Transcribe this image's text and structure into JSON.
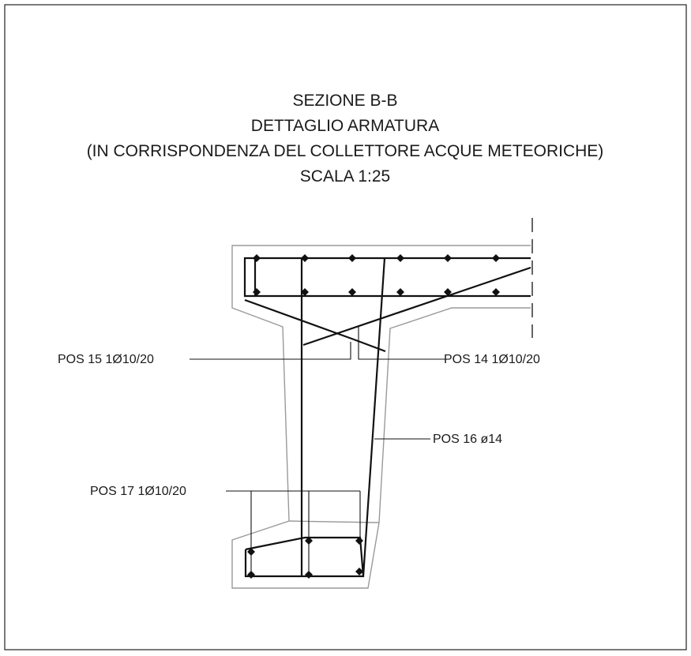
{
  "drawing": {
    "title_lines": [
      "SEZIONE B-B",
      "DETTAGLIO ARMATURA",
      "(IN CORRISPONDENZA DEL COLLETTORE ACQUE METEORICHE)",
      "SCALA 1:25"
    ],
    "labels": {
      "pos15": "POS 15 1Ø10/20",
      "pos14": "POS 14 1Ø10/20",
      "pos16": "POS 16 ø14",
      "pos17": "POS 17 1Ø10/20"
    },
    "colors": {
      "concrete_outline": "#9a9a9a",
      "rebar": "#111111",
      "frame": "#222222"
    }
  }
}
